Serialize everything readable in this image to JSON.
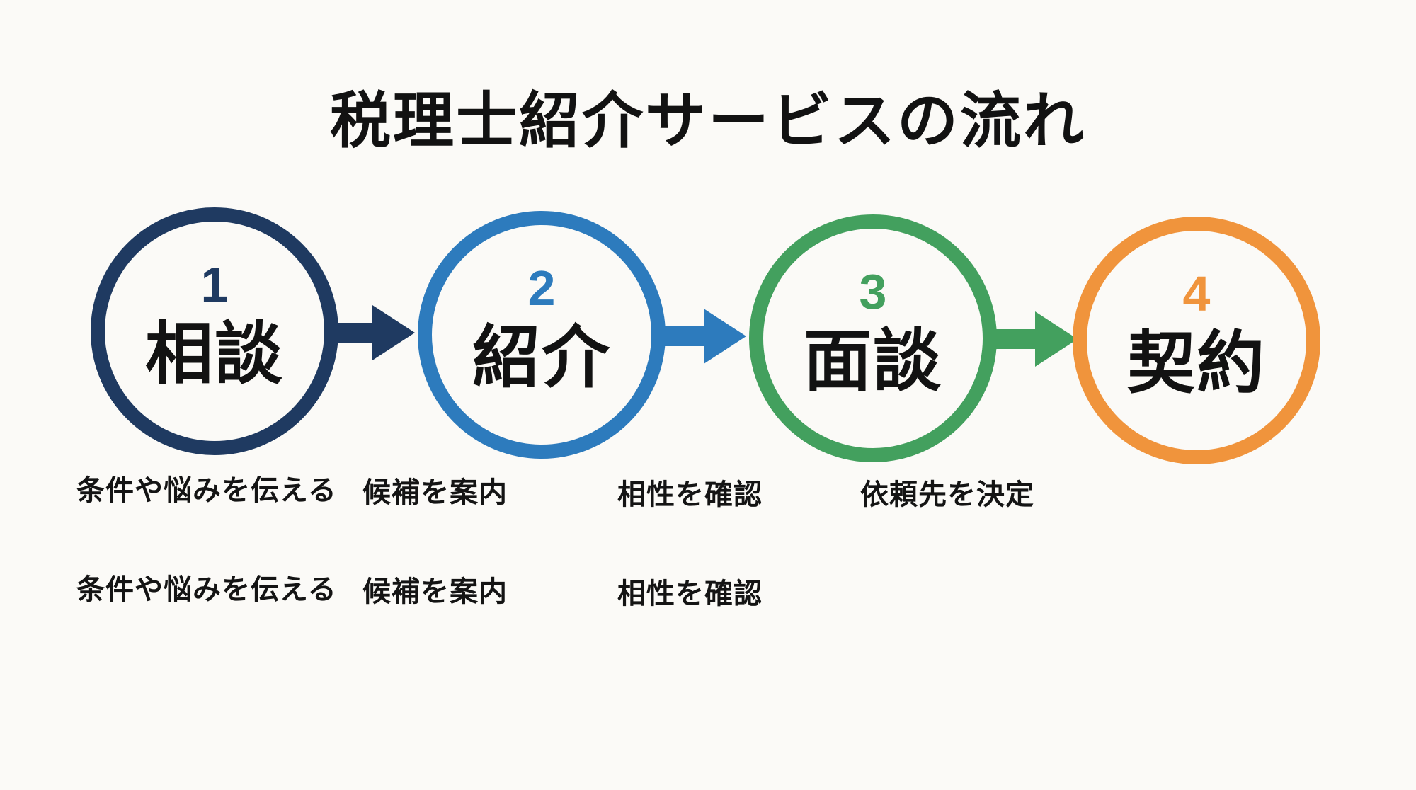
{
  "title": "税理士紹介サービスの流れ",
  "steps": [
    {
      "number": "1",
      "label": "相談",
      "description": "条件や悩みを伝える",
      "color": "#1f3a61"
    },
    {
      "number": "2",
      "label": "紹介",
      "description": "候補を案内",
      "color": "#2d7bbd"
    },
    {
      "number": "3",
      "label": "面談",
      "description": "相性を確認",
      "color": "#43a05e"
    },
    {
      "number": "4",
      "label": "契約",
      "description": "依頼先を決定",
      "color": "#f0943c"
    }
  ],
  "arrows": [
    {
      "name": "arrow-1",
      "color": "#1f3a61"
    },
    {
      "name": "arrow-2",
      "color": "#2d7bbd"
    },
    {
      "name": "arrow-3",
      "color": "#43a05e"
    }
  ],
  "footer_notes": [
    "条件や悩みを伝える",
    "候補を案内",
    "相性を確認"
  ],
  "colors": {
    "background": "#fbfaf7",
    "text": "#141414"
  }
}
